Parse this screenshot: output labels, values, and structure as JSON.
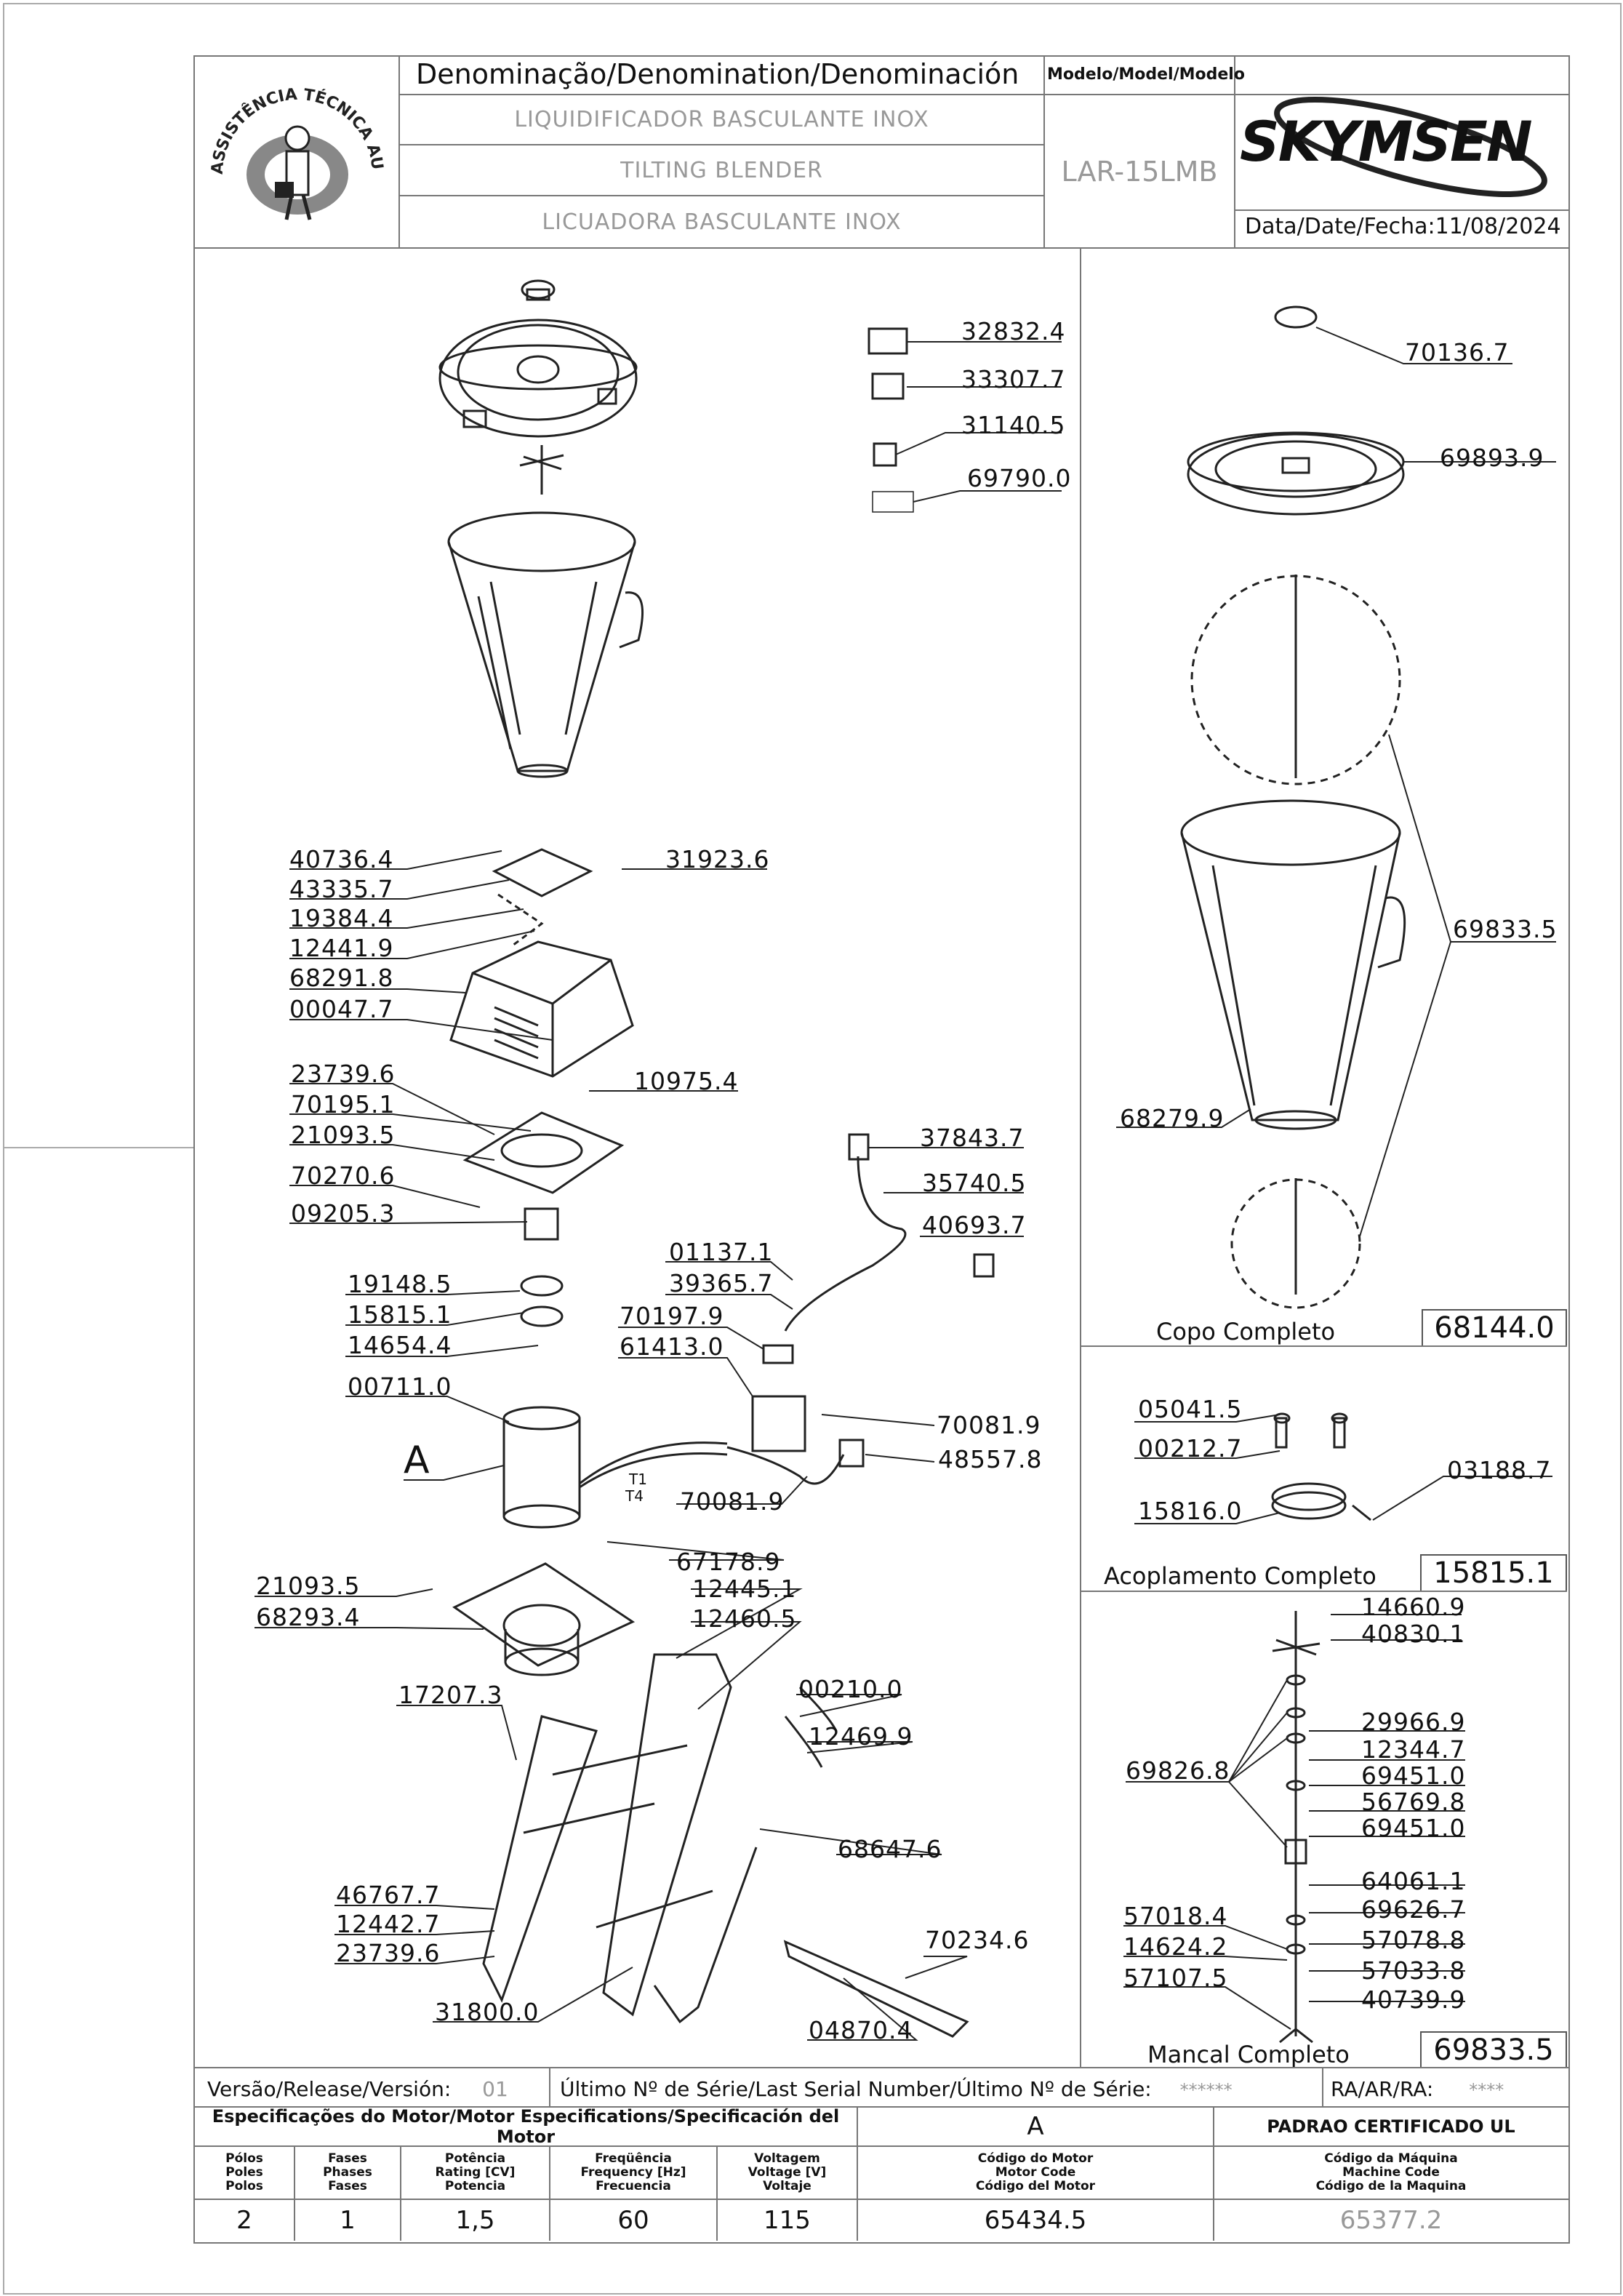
{
  "header": {
    "logo_text": "ASSISTÊNCIA TÉCNICA AUTORIZADA",
    "denomination_label": "Denominação/Denomination/Denominación",
    "model_label": "Modelo/Model/Modelo",
    "names": [
      "LIQUIDIFICADOR  BASCULANTE  INOX",
      "TILTING  BLENDER",
      "LICUADORA  BASCULANTE  INOX"
    ],
    "model": "LAR-15LMB",
    "brand": "SKYMSEN",
    "date_label": "Data/Date/Fecha:",
    "date": "11/08/2024"
  },
  "main_parts": [
    "32832.4",
    "33307.7",
    "31140.5",
    "69790.0",
    "31923.6",
    "40736.4",
    "43335.7",
    "19384.4",
    "12441.9",
    "68291.8",
    "00047.7",
    "10975.4",
    "23739.6",
    "70195.1",
    "21093.5",
    "70270.6",
    "09205.3",
    "37843.7",
    "35740.5",
    "40693.7",
    "01137.1",
    "39365.7",
    "70197.9",
    "61413.0",
    "19148.5",
    "15815.1",
    "14654.4",
    "00711.0",
    "A",
    "70081.9",
    "48557.8",
    "70081.9",
    "67178.9",
    "21093.5",
    "68293.4",
    "12445.1",
    "12460.5",
    "17207.3",
    "00210.0",
    "12469.9",
    "68647.6",
    "46767.7",
    "12442.7",
    "23739.6",
    "70234.6",
    "31800.0",
    "04870.4"
  ],
  "wiring_labels": [
    "T1",
    "T4"
  ],
  "copo": {
    "parts": [
      "70136.7",
      "69893.9",
      "69833.5",
      "68279.9"
    ],
    "title": "Copo  Completo",
    "code": "68144.0"
  },
  "acoplamento": {
    "parts": [
      "05041.5",
      "00212.7",
      "03188.7",
      "15816.0"
    ],
    "title": "Acoplamento  Completo",
    "code": "15815.1"
  },
  "mancal": {
    "parts": [
      "14660.9",
      "40830.1",
      "29966.9",
      "12344.7",
      "69451.0",
      "56769.8",
      "69451.0",
      "69826.8",
      "64061.1",
      "69626.7",
      "57018.4",
      "57078.8",
      "14624.2",
      "57033.8",
      "57107.5",
      "40739.9"
    ],
    "title": "Mancal  Completo",
    "code": "69833.5"
  },
  "footer": {
    "release_label": "Versão/Release/Versión:",
    "release": "01",
    "serial_label": "Último  Nº  de  Série/Last  Serial  Number/Último  Nº  de  Série:",
    "serial": "******",
    "ra_label": "RA/AR/RA:",
    "ra": "****",
    "motor_spec_label": "Especificações do Motor/Motor Especifications/Specificación del Motor",
    "motor_letter": "A",
    "cert_label": "PADRAO  CERTIFICADO  UL",
    "columns": [
      {
        "h": [
          "Pólos",
          "Poles",
          "Polos"
        ],
        "v": "2"
      },
      {
        "h": [
          "Fases",
          "Phases",
          "Fases"
        ],
        "v": "1"
      },
      {
        "h": [
          "Potência",
          "Rating [CV]",
          "Potencia"
        ],
        "v": "1,5"
      },
      {
        "h": [
          "Freqüência",
          "Frequency [Hz]",
          "Frecuencia"
        ],
        "v": "60"
      },
      {
        "h": [
          "Voltagem",
          "Voltage [V]",
          "Voltaje"
        ],
        "v": "115"
      },
      {
        "h": [
          "Código do Motor",
          "Motor Code",
          "Código del Motor"
        ],
        "v": "65434.5"
      },
      {
        "h": [
          "Código da Máquina",
          "Machine Code",
          "Código de la Maquina"
        ],
        "v": "65377.2"
      }
    ]
  }
}
